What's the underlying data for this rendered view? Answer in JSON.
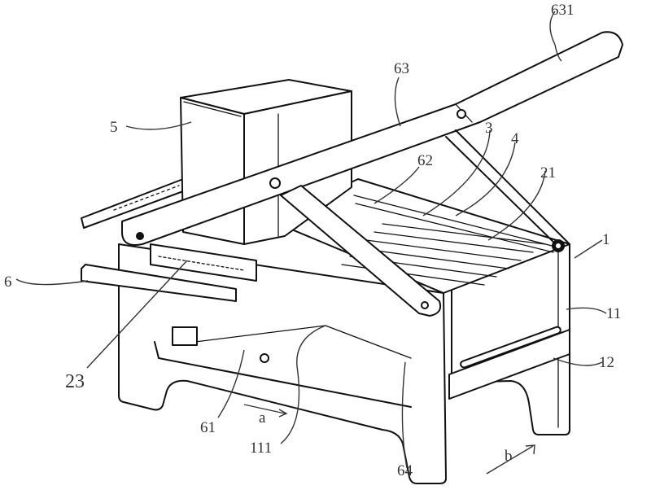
{
  "figure": {
    "type": "patent-perspective-drawing",
    "subject": "lever-operated press machine with hopper",
    "labels": [
      {
        "id": "631",
        "part": "handle extension"
      },
      {
        "id": "63",
        "part": "lever arm"
      },
      {
        "id": "5",
        "part": "hopper"
      },
      {
        "id": "62",
        "part": "link"
      },
      {
        "id": "3",
        "part": "component 3"
      },
      {
        "id": "4",
        "part": "component 4"
      },
      {
        "id": "21",
        "part": "grate plate"
      },
      {
        "id": "1",
        "part": "frame"
      },
      {
        "id": "11",
        "part": "side plate"
      },
      {
        "id": "12",
        "part": "slotted bar"
      },
      {
        "id": "6",
        "part": "front crossbar"
      },
      {
        "id": "23",
        "part": "slotted plate"
      },
      {
        "id": "61",
        "part": "lower link"
      },
      {
        "id": "111",
        "part": "lower tray"
      },
      {
        "id": "64",
        "part": "support strut"
      }
    ],
    "directions": [
      {
        "id": "a",
        "description": "arrow a"
      },
      {
        "id": "b",
        "description": "arrow b"
      }
    ]
  }
}
